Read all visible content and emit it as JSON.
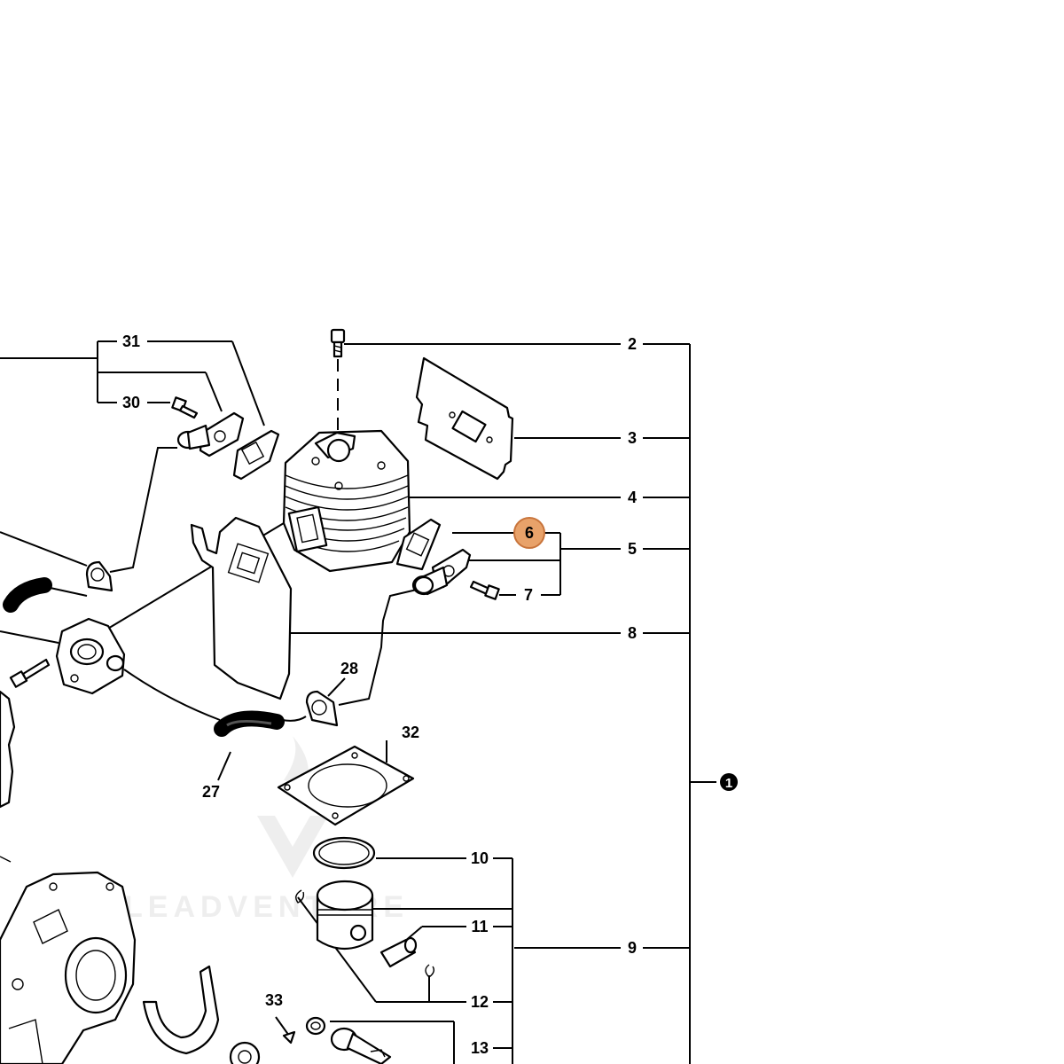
{
  "diagram": {
    "watermark": "LEADVENTURE",
    "highlight_color": "#e8a26a",
    "highlight_stroke": "#c8743b",
    "callouts": {
      "c2": "2",
      "c3": "3",
      "c4": "4",
      "c5": "5",
      "c6": "6",
      "c7": "7",
      "c8": "8",
      "c9": "9",
      "c10": "10",
      "c11": "11",
      "c12": "12",
      "c13": "13",
      "c27": "27",
      "c28": "28",
      "c30": "30",
      "c31": "31",
      "c32": "32",
      "c33": "33"
    },
    "group_marker": "1"
  }
}
